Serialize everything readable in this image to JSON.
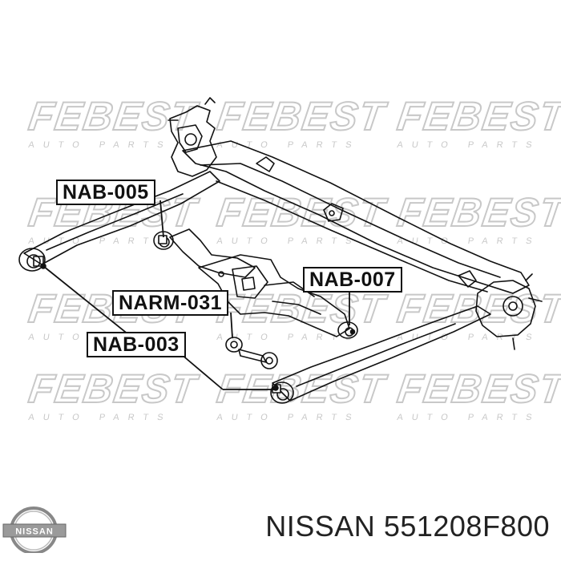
{
  "watermark": {
    "brand": "FEBEST",
    "tagline": "AUTO PARTS",
    "color": "#c8c8c8"
  },
  "callouts": [
    {
      "id": "nab-005",
      "label": "NAB-005"
    },
    {
      "id": "nab-007",
      "label": "NAB-007"
    },
    {
      "id": "narm-031",
      "label": "NARM-031"
    },
    {
      "id": "nab-003",
      "label": "NAB-003"
    }
  ],
  "footer": {
    "brand_logo_text": "NISSAN",
    "brand": "NISSAN",
    "part_number": "551208F800"
  },
  "colors": {
    "line": "#111111",
    "background": "#ffffff"
  }
}
